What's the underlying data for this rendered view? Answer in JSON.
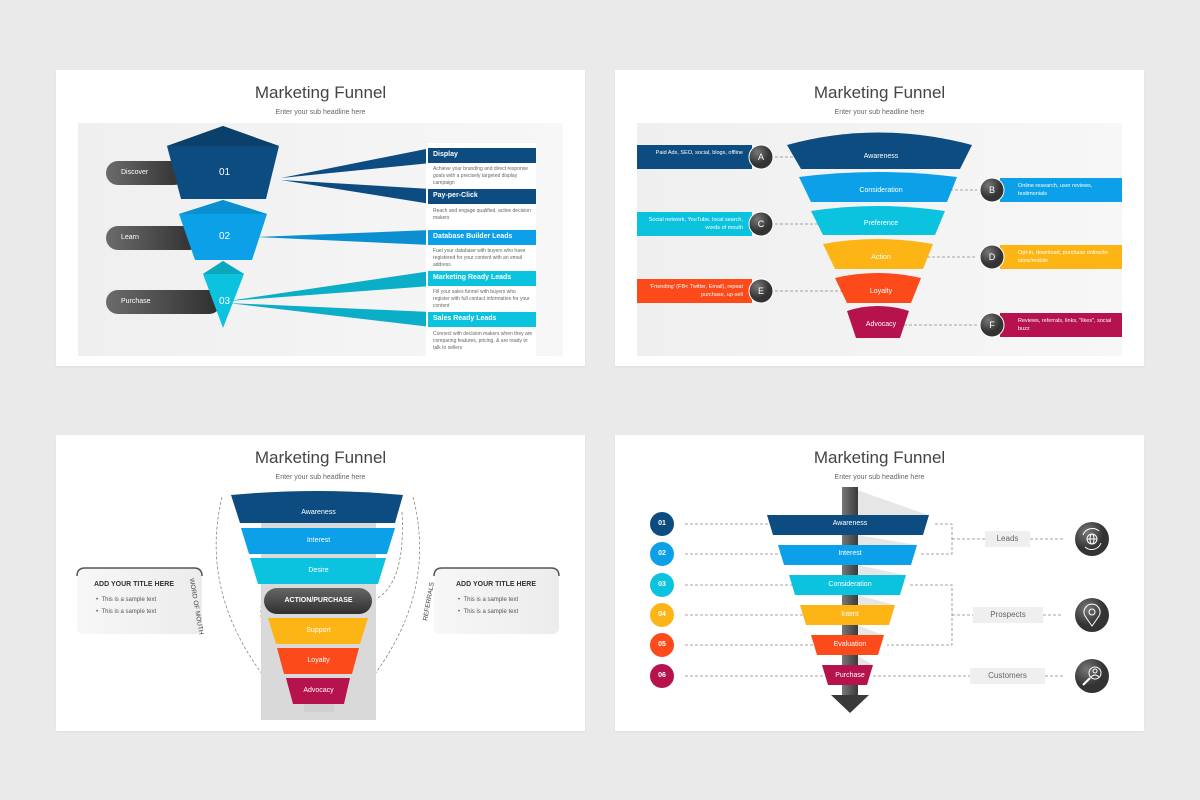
{
  "slides": [
    {
      "title": "Marketing Funnel",
      "subtitle": "Enter your sub headline here",
      "stages": [
        {
          "label": "Discover",
          "number": "01",
          "color": "#0d4c80"
        },
        {
          "label": "Learn",
          "number": "02",
          "color": "#0ba0e8"
        },
        {
          "label": "Purchase",
          "number": "03",
          "color": "#0cc3df"
        }
      ],
      "details": [
        {
          "heading": "Display",
          "text": "Achieve your branding and direct response goals with a precisely targeted display campaign",
          "color": "#0d4c80"
        },
        {
          "heading": "Pay-per-Click",
          "text": "Reach and engage qualified, active decision makers",
          "color": "#0d4c80"
        },
        {
          "heading": "Database Builder Leads",
          "text": "Fuel your database with buyers who have registered for your content with an email address",
          "color": "#0ba0e8"
        },
        {
          "heading": "Marketing Ready Leads",
          "text": "Fill your sales funnel with buyers who register with full contact information for your content",
          "color": "#0cc3df"
        },
        {
          "heading": "Sales Ready Leads",
          "text": "Connect with decision makers when they are comparing features, pricing, & are ready to talk to sellers",
          "color": "#0cc3df"
        }
      ]
    },
    {
      "title": "Marketing Funnel",
      "subtitle": "Enter your sub headline here",
      "stages": [
        {
          "label": "Awareness",
          "color": "#0d4c80"
        },
        {
          "label": "Consideration",
          "color": "#0ba0e8"
        },
        {
          "label": "Preference",
          "color": "#0cc3df"
        },
        {
          "label": "Action",
          "color": "#fdb515"
        },
        {
          "label": "Loyalty",
          "color": "#fc4a1a"
        },
        {
          "label": "Advocacy",
          "color": "#b5124e"
        }
      ],
      "callouts": [
        {
          "letter": "A",
          "text": "Paid Ads, SEO, social, blogs, offline",
          "side": "left"
        },
        {
          "letter": "B",
          "text": "Online research, user reviews, testimonials",
          "side": "right"
        },
        {
          "letter": "C",
          "text": "Social network, YouTube, local search, words of mouth",
          "side": "left"
        },
        {
          "letter": "D",
          "text": "Opt-in, download, purchase online/in-store/mobile",
          "side": "right"
        },
        {
          "letter": "E",
          "text": "'Friending' (FB< Twitter, Email), repeat purchase, up-sell",
          "side": "left"
        },
        {
          "letter": "F",
          "text": "Reviews, referrals, links, \"likes\", social buzz",
          "side": "right"
        }
      ]
    },
    {
      "title": "Marketing Funnel",
      "subtitle": "Enter your sub headline here",
      "stages": [
        {
          "label": "Awareness",
          "color": "#0d4c80"
        },
        {
          "label": "Interest",
          "color": "#0ba0e8"
        },
        {
          "label": "Desire",
          "color": "#0cc3df"
        },
        {
          "label": "ACTION/PURCHASE",
          "color": "#4a4a4a"
        },
        {
          "label": "Support",
          "color": "#fdb515"
        },
        {
          "label": "Loyalty",
          "color": "#fc4a1a"
        },
        {
          "label": "Advocacy",
          "color": "#b5124e"
        }
      ],
      "left_arc": "WORD OF MOUTH",
      "right_arc": "REFERRALS",
      "boxes": [
        {
          "title": "ADD YOUR TITLE HERE",
          "bullets": [
            "This is a sample text",
            "This is a sample text"
          ]
        },
        {
          "title": "ADD YOUR TITLE HERE",
          "bullets": [
            "This is a sample text",
            "This is a sample text"
          ]
        }
      ]
    },
    {
      "title": "Marketing Funnel",
      "subtitle": "Enter your sub headline here",
      "stages": [
        {
          "number": "01",
          "label": "Awareness",
          "color": "#0d4c80"
        },
        {
          "number": "02",
          "label": "Interest",
          "color": "#0ba0e8"
        },
        {
          "number": "03",
          "label": "Consideration",
          "color": "#0cc3df"
        },
        {
          "number": "04",
          "label": "Intent",
          "color": "#fdb515"
        },
        {
          "number": "05",
          "label": "Evaluation",
          "color": "#fc4a1a"
        },
        {
          "number": "06",
          "label": "Purchase",
          "color": "#b5124e"
        }
      ],
      "groups": [
        {
          "label": "Leads",
          "icon": "globe-cycle-icon"
        },
        {
          "label": "Prospects",
          "icon": "location-gear-icon"
        },
        {
          "label": "Customers",
          "icon": "user-search-icon"
        }
      ]
    }
  ]
}
